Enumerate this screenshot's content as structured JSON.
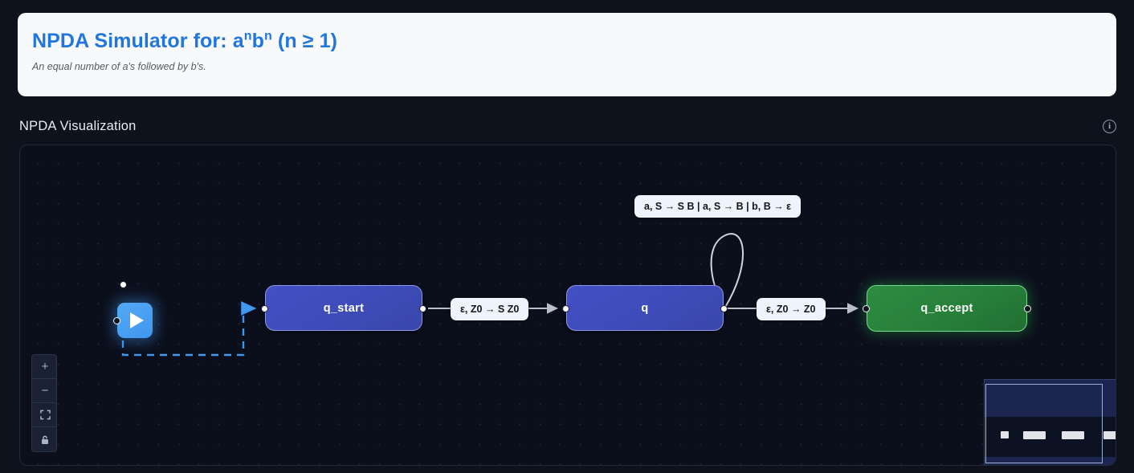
{
  "header": {
    "title_prefix": "NPDA Simulator for: ",
    "title_expr_a": "a",
    "title_sup_n1": "n",
    "title_expr_b": "b",
    "title_sup_n2": "n",
    "title_suffix": " (n ≥ 1)",
    "subtitle": "An equal number of a's followed by b's.",
    "accent_color": "#2176dd"
  },
  "section": {
    "title": "NPDA Visualization",
    "info_icon": "info-icon",
    "info_glyph": "i"
  },
  "canvas": {
    "background_color": "#0b0f1c",
    "dot_color": "#1e2538"
  },
  "graph": {
    "start_node": {
      "label": "",
      "icon": "play-icon"
    },
    "nodes": [
      {
        "id": "q_start",
        "label": "q_start",
        "type": "state",
        "color": "#4350c4"
      },
      {
        "id": "q",
        "label": "q",
        "type": "state",
        "color": "#4350c4"
      },
      {
        "id": "q_accept",
        "label": "q_accept",
        "type": "accept",
        "color": "#2e8b42"
      }
    ],
    "edges": [
      {
        "from": "start",
        "to": "q_start",
        "label": "",
        "style": "dashed"
      },
      {
        "from": "q_start",
        "to": "q",
        "label": "ε, Z0 → S Z0",
        "style": "solid"
      },
      {
        "from": "q",
        "to": "q",
        "label": "a, S → S B | a, S → B | b, B → ε",
        "style": "self-loop"
      },
      {
        "from": "q",
        "to": "q_accept",
        "label": "ε, Z0 → Z0",
        "style": "solid"
      }
    ]
  },
  "controls": {
    "zoom_in": {
      "name": "zoom-in-icon",
      "glyph": "+"
    },
    "zoom_out": {
      "name": "zoom-out-icon",
      "glyph": "−"
    },
    "fit_view": {
      "name": "fit-view-icon"
    },
    "lock": {
      "name": "lock-icon"
    }
  },
  "minimap": {
    "name": "minimap",
    "background_color": "#1c2450",
    "node_color": "#e2e4e8",
    "viewport_color": "#9fb0d8"
  }
}
